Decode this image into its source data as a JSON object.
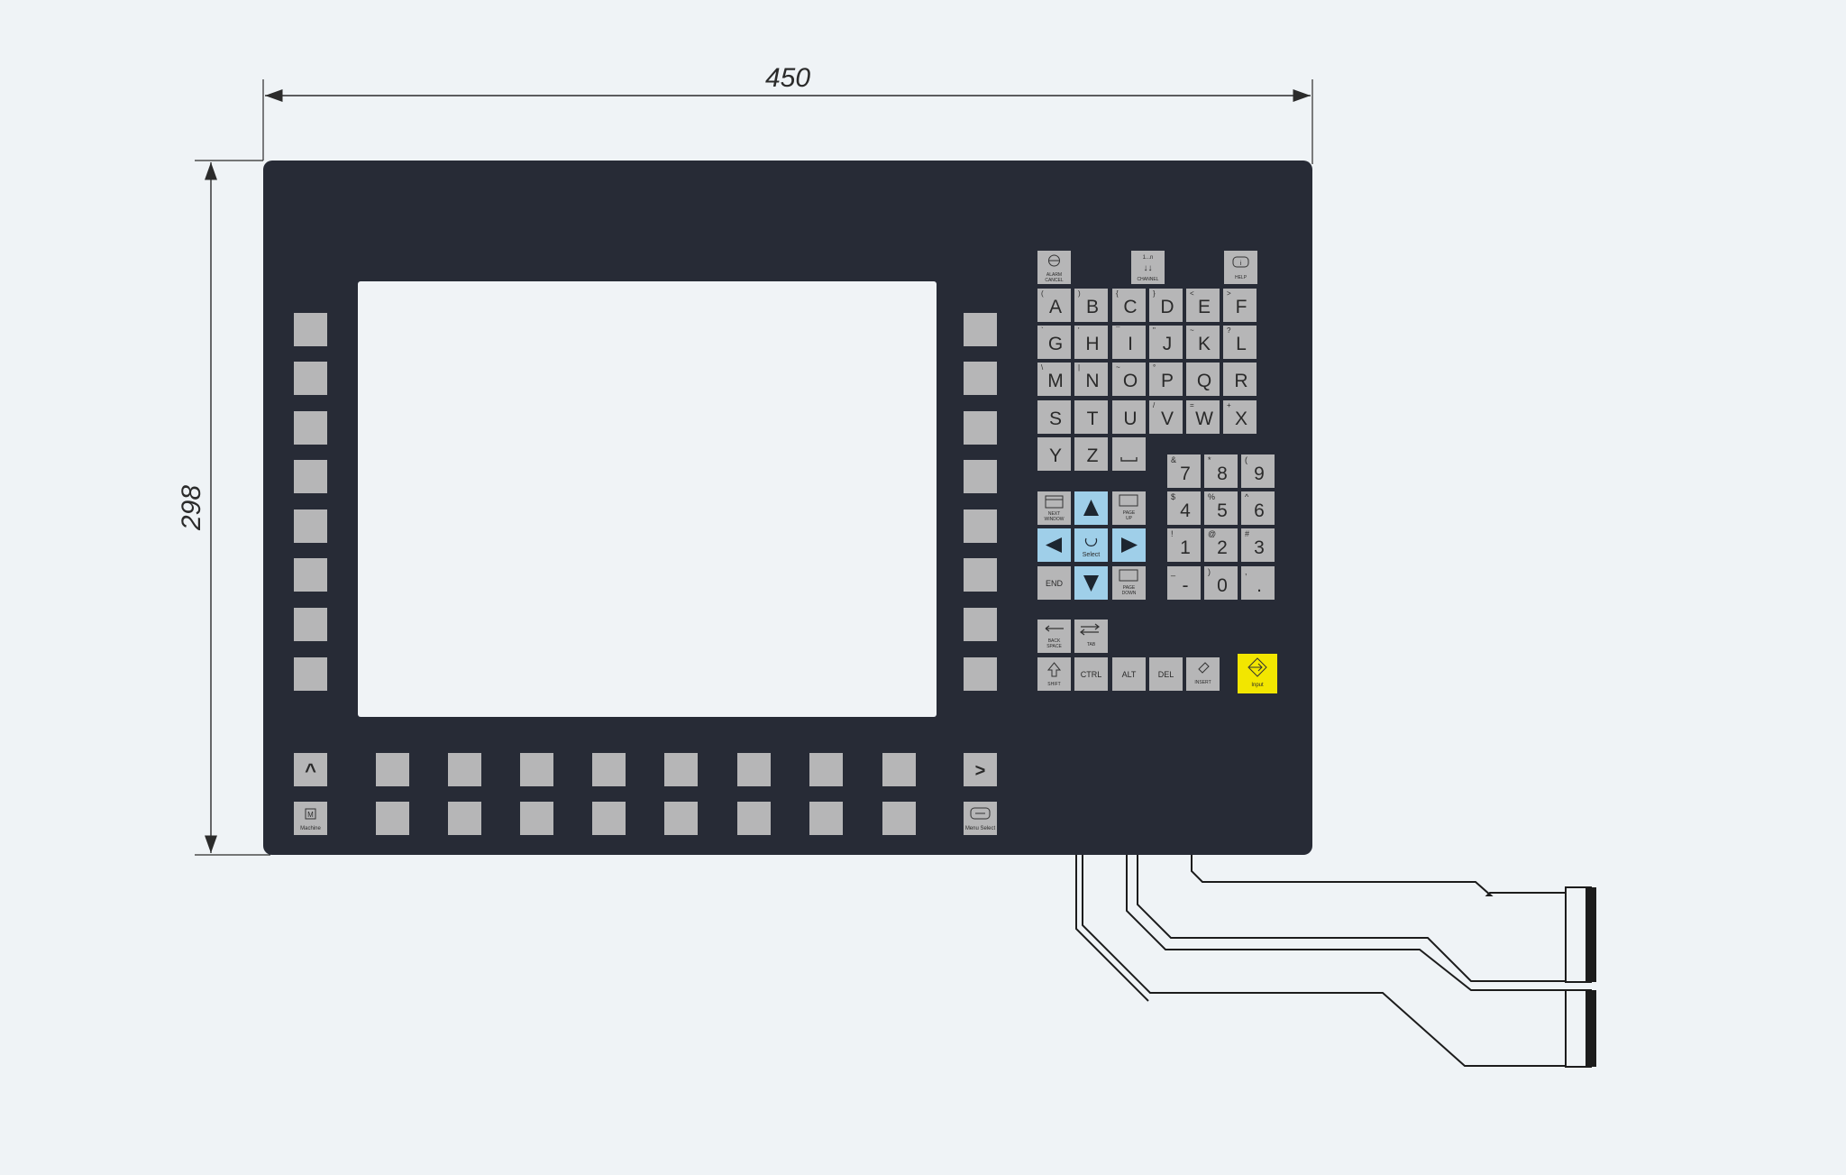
{
  "dimensions": {
    "width_label": "450",
    "height_label": "298"
  },
  "colors": {
    "background": "#eff3f6",
    "panel": "#272b36",
    "screen": "#f0f3f6",
    "key": "#b6b6b7",
    "nav_key": "#9fcfe9",
    "input_key": "#f2e600",
    "cable": "#1c1c1c"
  },
  "bottom_bar": {
    "left_arrow_label": "^",
    "right_arrow_label": ">",
    "machine_label": "Machine",
    "machine_icon": "M",
    "menu_select_label": "Menu Select"
  },
  "top_keys": [
    {
      "label": "ALARM CANCEL",
      "icon": "alarm-cancel-icon"
    },
    {
      "label": "CHANNEL",
      "icon": "channel-icon",
      "glyph": "1...n"
    },
    {
      "label": "HELP",
      "icon": "help-icon"
    }
  ],
  "letter_rows": [
    [
      {
        "main": "A",
        "sub": "("
      },
      {
        "main": "B",
        "sub": ")"
      },
      {
        "main": "C",
        "sub": "{"
      },
      {
        "main": "D",
        "sub": "}"
      },
      {
        "main": "E",
        "sub": "<"
      },
      {
        "main": "F",
        "sub": ">"
      }
    ],
    [
      {
        "main": "G",
        "sub": "`"
      },
      {
        "main": "H",
        "sub": "'"
      },
      {
        "main": "I",
        "sub": "¯"
      },
      {
        "main": "J",
        "sub": "\""
      },
      {
        "main": "K",
        "sub": "~"
      },
      {
        "main": "L",
        "sub": "?"
      }
    ],
    [
      {
        "main": "M",
        "sub": "\\"
      },
      {
        "main": "N",
        "sub": "|"
      },
      {
        "main": "O",
        "sub": "~"
      },
      {
        "main": "P",
        "sub": "°"
      },
      {
        "main": "Q",
        "sub": ""
      },
      {
        "main": "R",
        "sub": ""
      }
    ],
    [
      {
        "main": "S",
        "sub": ""
      },
      {
        "main": "T",
        "sub": ""
      },
      {
        "main": "U",
        "sub": ""
      },
      {
        "main": "V",
        "sub": "/"
      },
      {
        "main": "W",
        "sub": "="
      },
      {
        "main": "X",
        "sub": "+"
      }
    ],
    [
      {
        "main": "Y",
        "sub": ""
      },
      {
        "main": "Z",
        "sub": ""
      },
      {
        "main": "␣",
        "sub": ""
      }
    ]
  ],
  "number_rows": [
    [
      {
        "main": "7",
        "sub": "&"
      },
      {
        "main": "8",
        "sub": "*"
      },
      {
        "main": "9",
        "sub": "("
      }
    ],
    [
      {
        "main": "4",
        "sub": "$"
      },
      {
        "main": "5",
        "sub": "%"
      },
      {
        "main": "6",
        "sub": "^"
      }
    ],
    [
      {
        "main": "1",
        "sub": "!"
      },
      {
        "main": "2",
        "sub": "@"
      },
      {
        "main": "3",
        "sub": "#"
      }
    ],
    [
      {
        "main": "-",
        "sub": "_"
      },
      {
        "main": "0",
        "sub": ")"
      },
      {
        "main": ".",
        "sub": ","
      }
    ]
  ],
  "nav_cluster": {
    "next_window": "NEXT WINDOW",
    "page_up": "PAGE UP",
    "select": "Select",
    "end": "END",
    "page_down": "PAGE DOWN"
  },
  "edit_keys": {
    "backspace": "BACK SPACE",
    "tab": "TAB",
    "shift": "SHIFT",
    "ctrl": "CTRL",
    "alt": "ALT",
    "del": "DEL",
    "insert": "INSERT",
    "input": "Input"
  }
}
